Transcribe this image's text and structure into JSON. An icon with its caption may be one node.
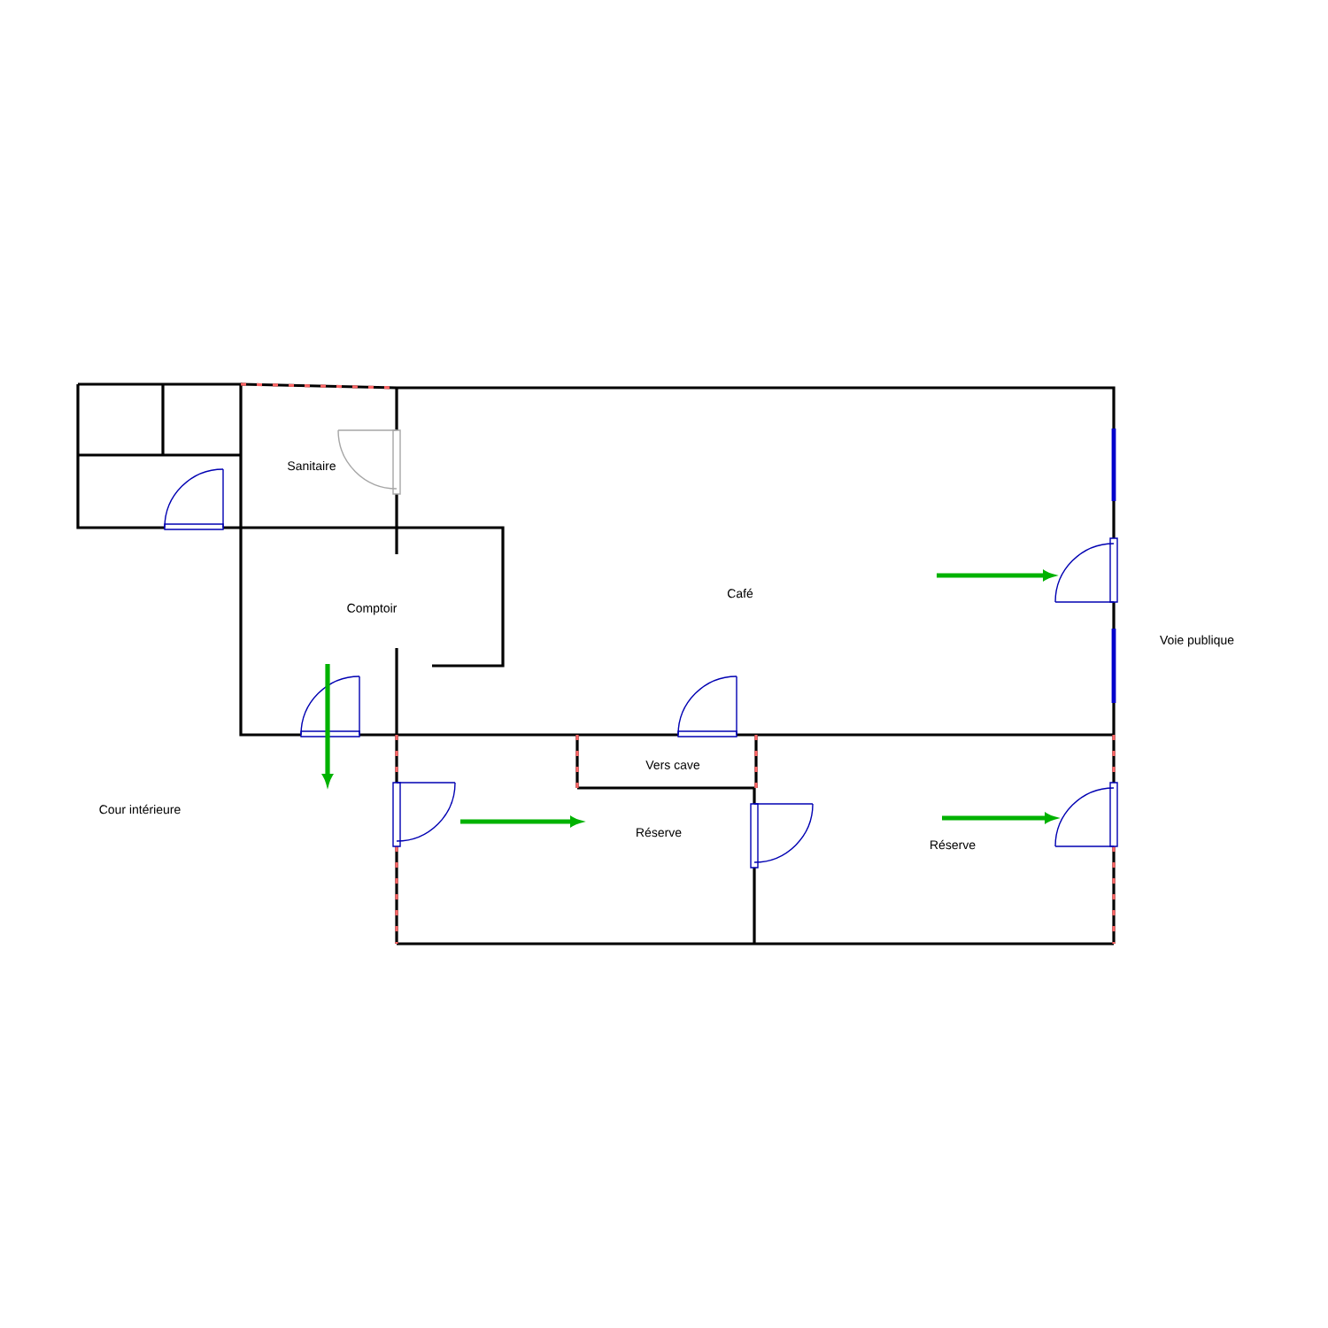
{
  "diagram": {
    "labels": [
      "Sanitaire",
      "Comptoir",
      "Café",
      "Voie publique",
      "Cour intérieure",
      "Vers cave",
      "Réserve",
      "Réserve"
    ]
  }
}
